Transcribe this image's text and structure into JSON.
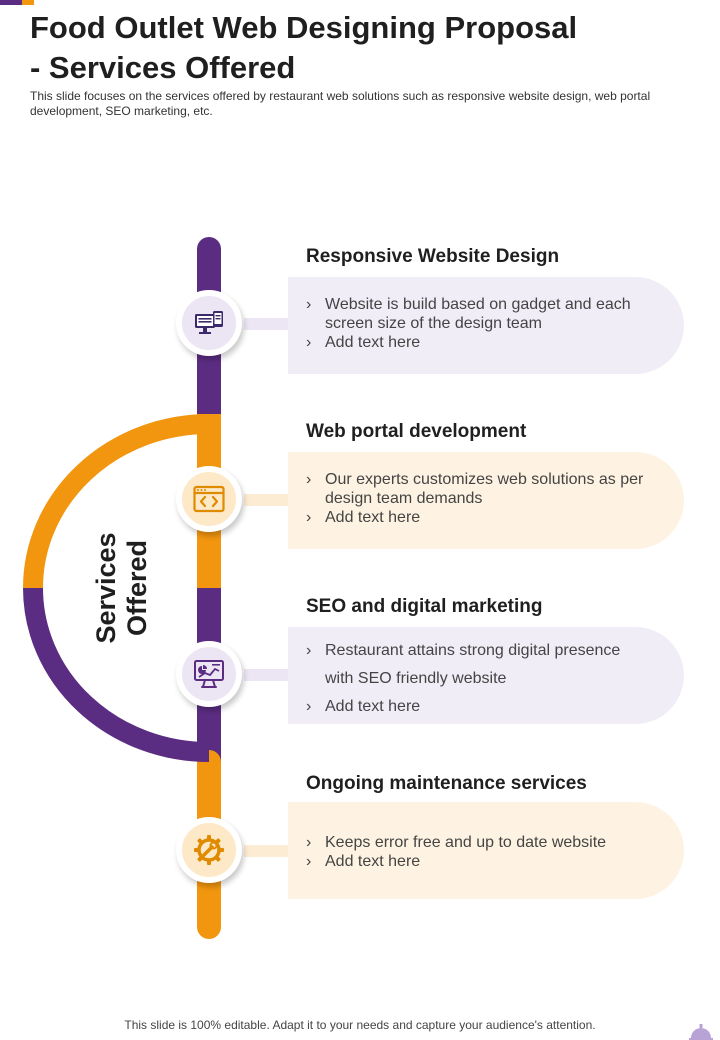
{
  "header": {
    "title_line1": "Food Outlet Web Designing Proposal",
    "title_line2": "- Services Offered",
    "subtitle": "This slide focuses on the services offered by restaurant web solutions such as responsive website design, web portal development, SEO marketing, etc."
  },
  "center_label": {
    "line1": "Services",
    "line2": "Offered"
  },
  "colors": {
    "purple": "#5b2d82",
    "orange": "#f2960f",
    "purple_light": "#f1edf7",
    "orange_light": "#fef3e2"
  },
  "services": [
    {
      "heading": "Responsive Website Design",
      "icon": "computer-devices-icon",
      "bullets": [
        "Website is build based on gadget and each screen size of the design team",
        "Add text here"
      ]
    },
    {
      "heading": "Web portal development",
      "icon": "code-window-icon",
      "bullets": [
        "Our experts customizes web solutions as per design team demands",
        "Add text here"
      ]
    },
    {
      "heading": "SEO and digital marketing",
      "icon": "analytics-monitor-icon",
      "bullets": [
        "Restaurant attains strong digital presence with SEO friendly  website",
        "Add text here"
      ]
    },
    {
      "heading": "Ongoing maintenance services",
      "icon": "gear-wrench-icon",
      "bullets": [
        "Keeps error free and up to date website",
        "Add text here"
      ]
    }
  ],
  "footer": {
    "text": "This slide is 100% editable. Adapt it to your needs and capture your audience's attention.",
    "icon": "bell-icon"
  }
}
